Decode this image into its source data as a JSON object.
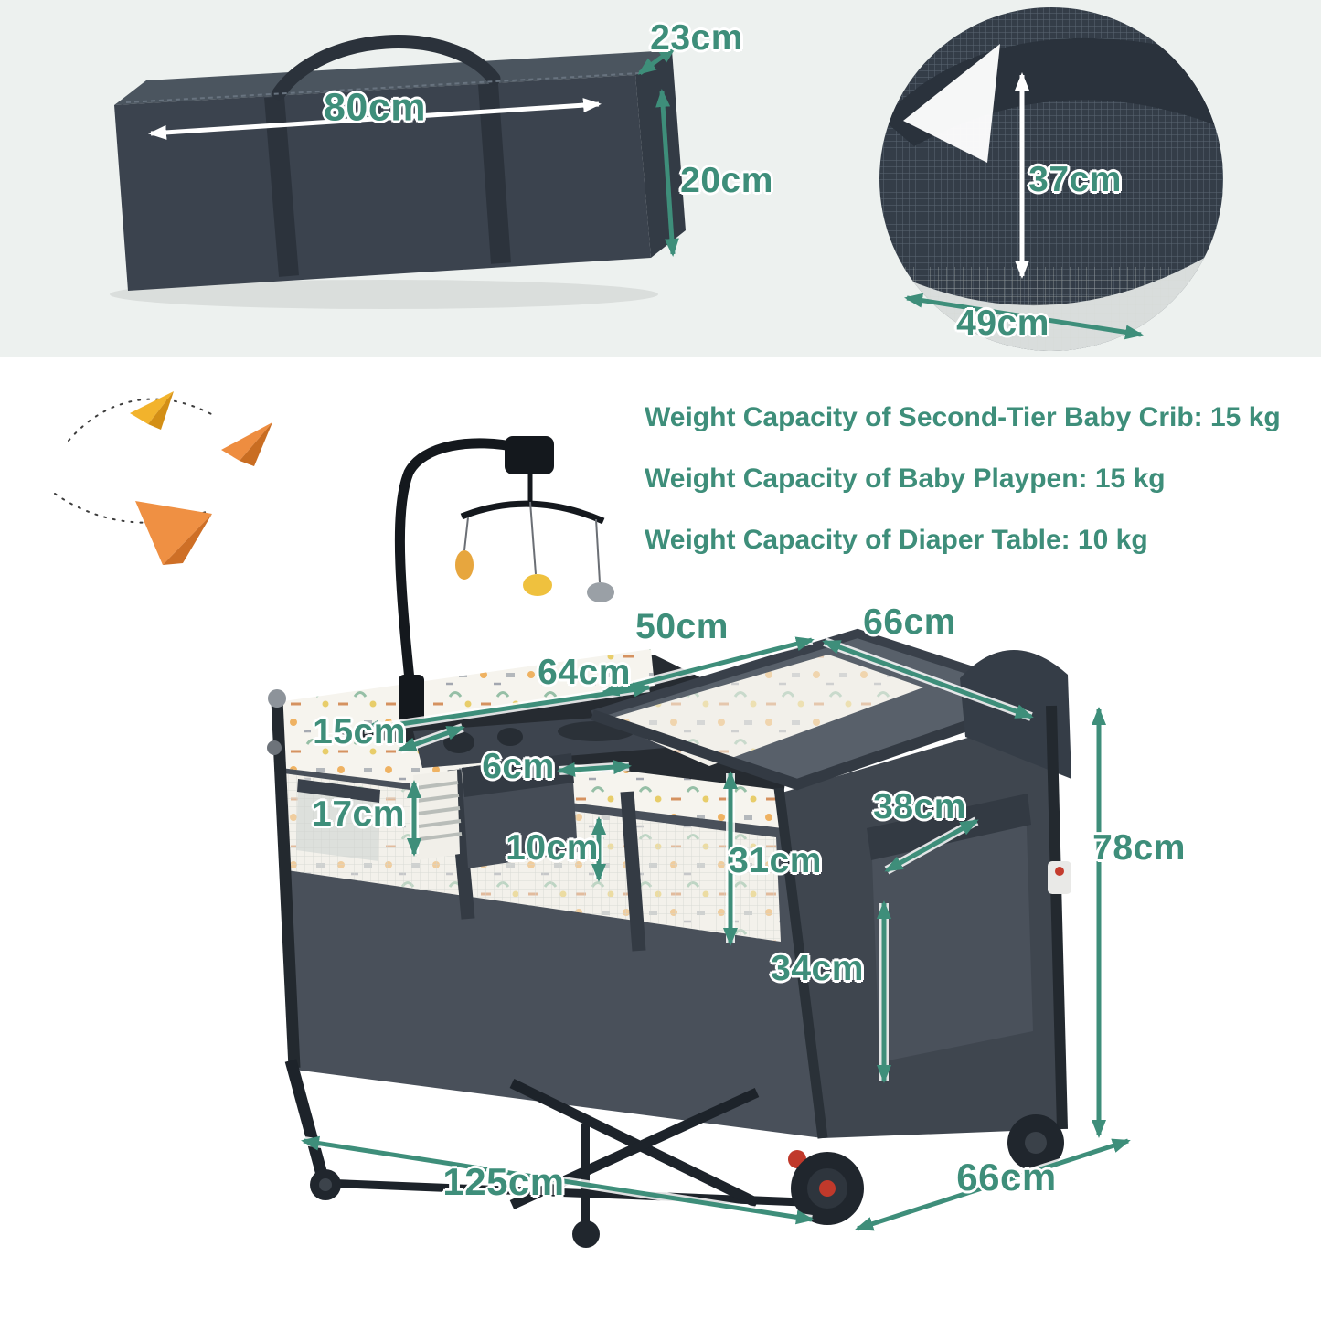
{
  "colors": {
    "accent": "#3e8e7a",
    "top_panel_background": "#edf1ef",
    "product_dark_gray": "#3b434e",
    "fabric_white": "#f6f4ee",
    "toy_orange": "#ee8d40",
    "toy_yellow": "#f2b32c"
  },
  "storage_bag": {
    "width": "80cm",
    "depth": "23cm",
    "height": "20cm"
  },
  "bassinet_inset": {
    "height": "37cm",
    "width": "49cm"
  },
  "weight_capacities": {
    "line1": "Weight Capacity of Second-Tier Baby Crib: 15 kg",
    "line2": "Weight Capacity of Baby Playpen: 15 kg",
    "line3": "Weight Capacity of Diaper Table: 10 kg"
  },
  "playard": {
    "changing_pad_width": "50cm",
    "changing_pad_length": "66cm",
    "crib_inner_width": "64cm",
    "tray_depth": "15cm",
    "organizer_width": "6cm",
    "organizer_height": "17cm",
    "organizer_depth": "10cm",
    "crib_depth": "31cm",
    "side_pocket_width": "38cm",
    "overall_height": "78cm",
    "side_pocket_height": "34cm",
    "overall_length": "125cm",
    "overall_depth": "66cm"
  }
}
